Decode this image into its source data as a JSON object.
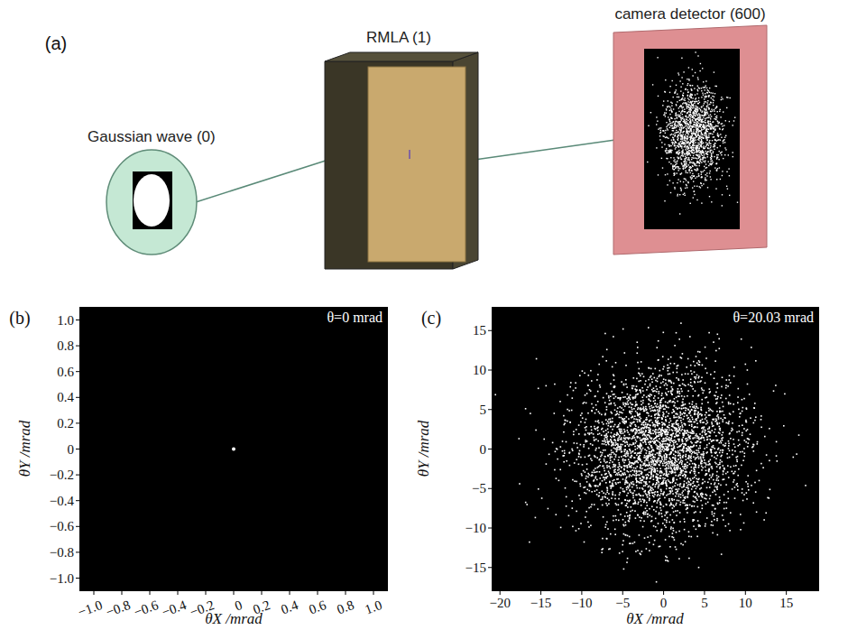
{
  "diagram": {
    "nodes": [
      {
        "text": [
          "Gaussian wave (0)"
        ]
      },
      {
        "text": [
          "RMLA (1)"
        ]
      },
      {
        "text": [
          "camera detector (600)"
        ]
      }
    ],
    "edges": [
      {
        "from": 0,
        "to": 1,
        "arrow": "none"
      },
      {
        "from": 1,
        "to": 2,
        "arrow": "none"
      }
    ],
    "labels": [
      "(a)",
      "(b)",
      "θ=0 mrad",
      "θY /mrad",
      "1.0",
      "0.8",
      "0.6",
      "0.4",
      "0.2",
      "0",
      "−0.2",
      "−0.4",
      "−0.6",
      "−0.8",
      "−1.0",
      "−1.0",
      "−0.8",
      "−0.6",
      "−0.4",
      "−0.2",
      "0",
      "0.2",
      "0.4",
      "0.6",
      "0.8",
      "1.0",
      "θX /mrad",
      "(c)",
      "θ=20.03 mrad",
      "θY /mrad",
      "15",
      "10",
      "5",
      "0",
      "−5",
      "−10",
      "−15",
      "−20",
      "−15",
      "−10",
      "−5",
      "0",
      "5",
      "10",
      "15",
      "θX /mrad"
    ]
  }
}
